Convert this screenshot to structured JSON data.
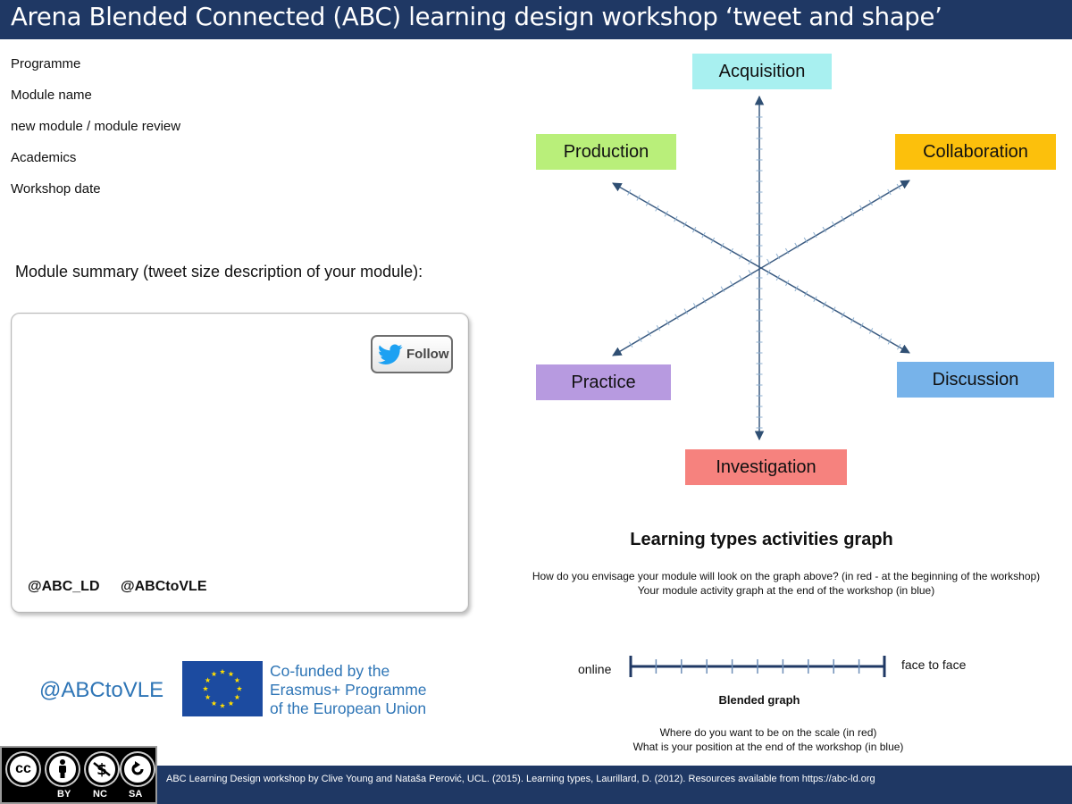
{
  "header": {
    "title": "Arena Blended Connected (ABC) learning design workshop ‘tweet and shape’"
  },
  "form_fields": [
    "Programme",
    "Module name",
    "new module / module review",
    "Academics",
    "Workshop date"
  ],
  "summary": {
    "label": "Module summary (tweet size description of your module):",
    "follow_label": "Follow",
    "handles": [
      "@ABC_LD",
      "@ABCtoVLE"
    ]
  },
  "branding": {
    "handle": "@ABCtoVLE",
    "eu_lines": [
      "Co-funded by the",
      "Erasmus+ Programme",
      "of the European Union"
    ]
  },
  "license": {
    "badge_labels": [
      "BY",
      "NC",
      "SA"
    ],
    "badge_text": "cc"
  },
  "footer": {
    "credit": "ABC Learning Design workshop by Clive Young and Nataša Perović, UCL. (2015). Learning types, Laurillard, D. (2012). Resources available from https://abc-ld.org"
  },
  "learning_types": {
    "acquisition": "Acquisition",
    "collaboration": "Collaboration",
    "discussion": "Discussion",
    "investigation": "Investigation",
    "practice": "Practice",
    "production": "Production"
  },
  "graph": {
    "title": "Learning types activities graph",
    "instruction_1": "How do you envisage your module will look on the graph above? (in red - at the beginning of the workshop)",
    "instruction_2": "Your module activity graph at the end of the workshop (in blue)"
  },
  "scale": {
    "left_label": "online",
    "right_label": "face to face",
    "name": "Blended graph",
    "question_1": "Where do you want to be on the scale (in red)",
    "question_2": "What is your position at the end of the workshop (in blue)"
  },
  "colors": {
    "navy": "#1f3864",
    "acquisition": "#a8f0f0",
    "production": "#b9ef7a",
    "collaboration": "#fcc00c",
    "practice": "#b79ae0",
    "discussion": "#77b3ea",
    "investigation": "#f6827e",
    "brand_blue": "#2e75b6"
  }
}
